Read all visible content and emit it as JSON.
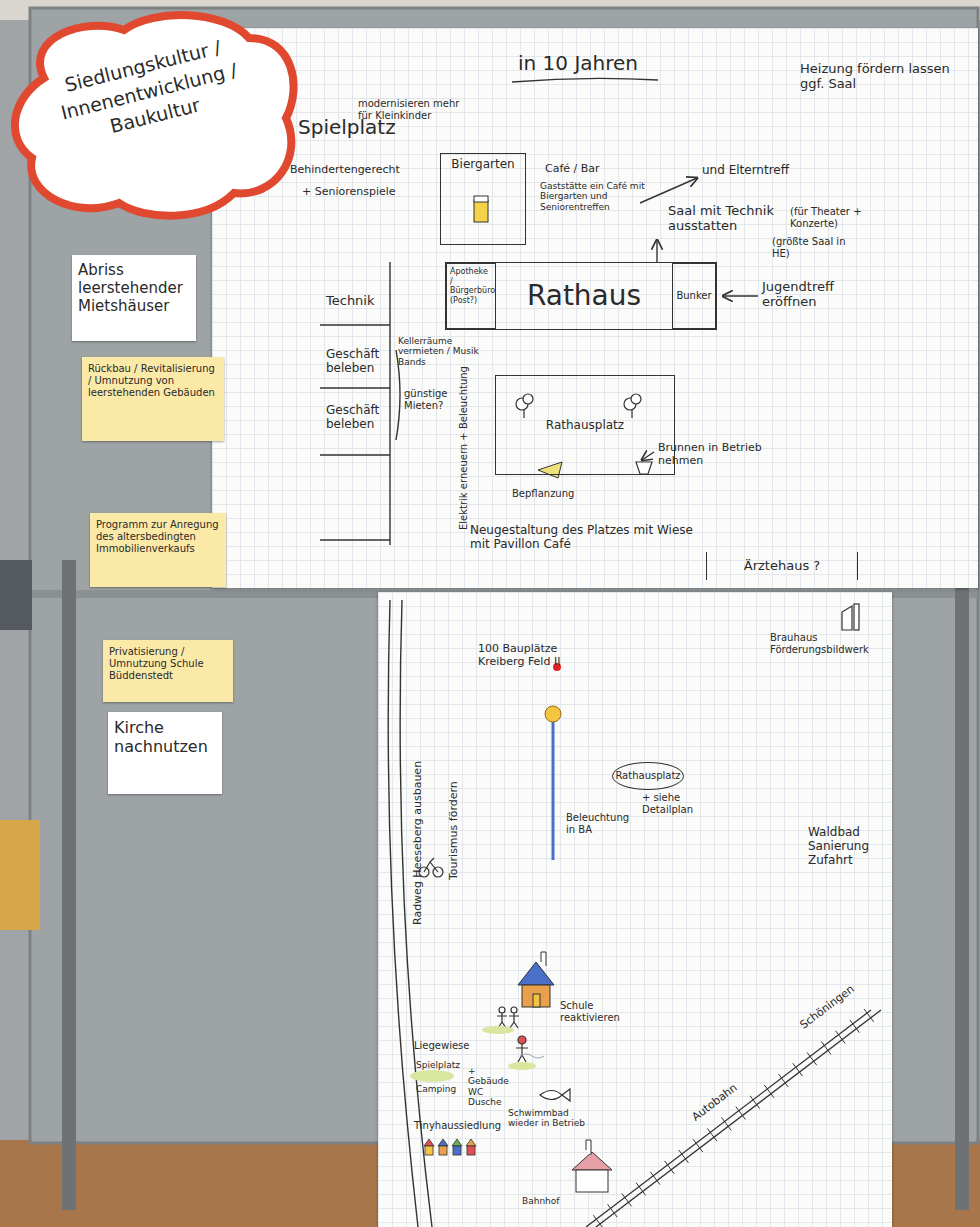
{
  "diagram": {
    "nodes": [
      {
        "text": [
          "Siedlungskultur / Innenentwicklung / Baukultur"
        ]
      },
      {
        "text": [
          "Abriss leerstehender Mietshäuser"
        ]
      },
      {
        "text": [
          "Rückbau / Revitalisierung / Umnutzung von leerstehenden Gebäuden"
        ]
      },
      {
        "text": [
          "Programm zur Anregung des altersbedingten Immobilienverkaufs"
        ]
      },
      {
        "text": [
          "Privatisierung / Umnutzung Schule Büddenstedt"
        ]
      },
      {
        "text": [
          "Kirche nachnutzen"
        ]
      },
      {
        "text": [
          "Biergarten"
        ]
      },
      {
        "text": [
          "Rathaus"
        ]
      },
      {
        "text": [
          "Apotheke / Bürgerbüro (Post?)"
        ],
        "in": 7
      },
      {
        "text": [
          "Bunker"
        ],
        "in": 7
      },
      {
        "text": [
          "Rathausplatz"
        ]
      },
      {
        "text": [
          "Ärztehaus ?"
        ]
      },
      {
        "text": [
          "Rathausplatz"
        ]
      }
    ],
    "labels": [
      "in 10 Jahren",
      "Spielplatz",
      "modernisieren mehr für Kleinkinder",
      "Behindertengerecht",
      "+ Seniorenspiele",
      "Café / Bar",
      "Gaststätte ein Café mit Biergarten und Seniorentreffen",
      "und Elterntreff",
      "Heizung fördern lassen ggf. Saal",
      "Saal mit Technik ausstatten",
      "(für Theater + Konzerte)",
      "(größte Saal in HE)",
      "Jugendtreff eröffnen",
      "Technik",
      "Geschäft beleben",
      "Geschäft beleben",
      "günstige Mieten?",
      "Kellerräume vermieten / Musik Bands",
      "Brunnen in Betrieb nehmen",
      "Bepflanzung",
      "Elektrik erneuern + Beleuchtung",
      "Neugestaltung des Platzes mit Wiese mit Pavillon Café",
      "100 Bauplätze Kreiberg Feld II",
      "Brauhaus Förderungsbildwerk",
      "Radweg Heeseberg ausbauen",
      "Tourismus fördern",
      "+ siehe Detailplan",
      "Beleuchtung in BA",
      "Waldbad Sanierung Zufahrt",
      "Schule reaktivieren",
      "Liegewiese",
      "Spielplatz",
      "Camping",
      "+ Gebäude WC Dusche",
      "Schwimmbad wieder in Betrieb",
      "Tinyhaussiedlung",
      "Bahnhof",
      "Autobahn",
      "Schöningen"
    ]
  }
}
